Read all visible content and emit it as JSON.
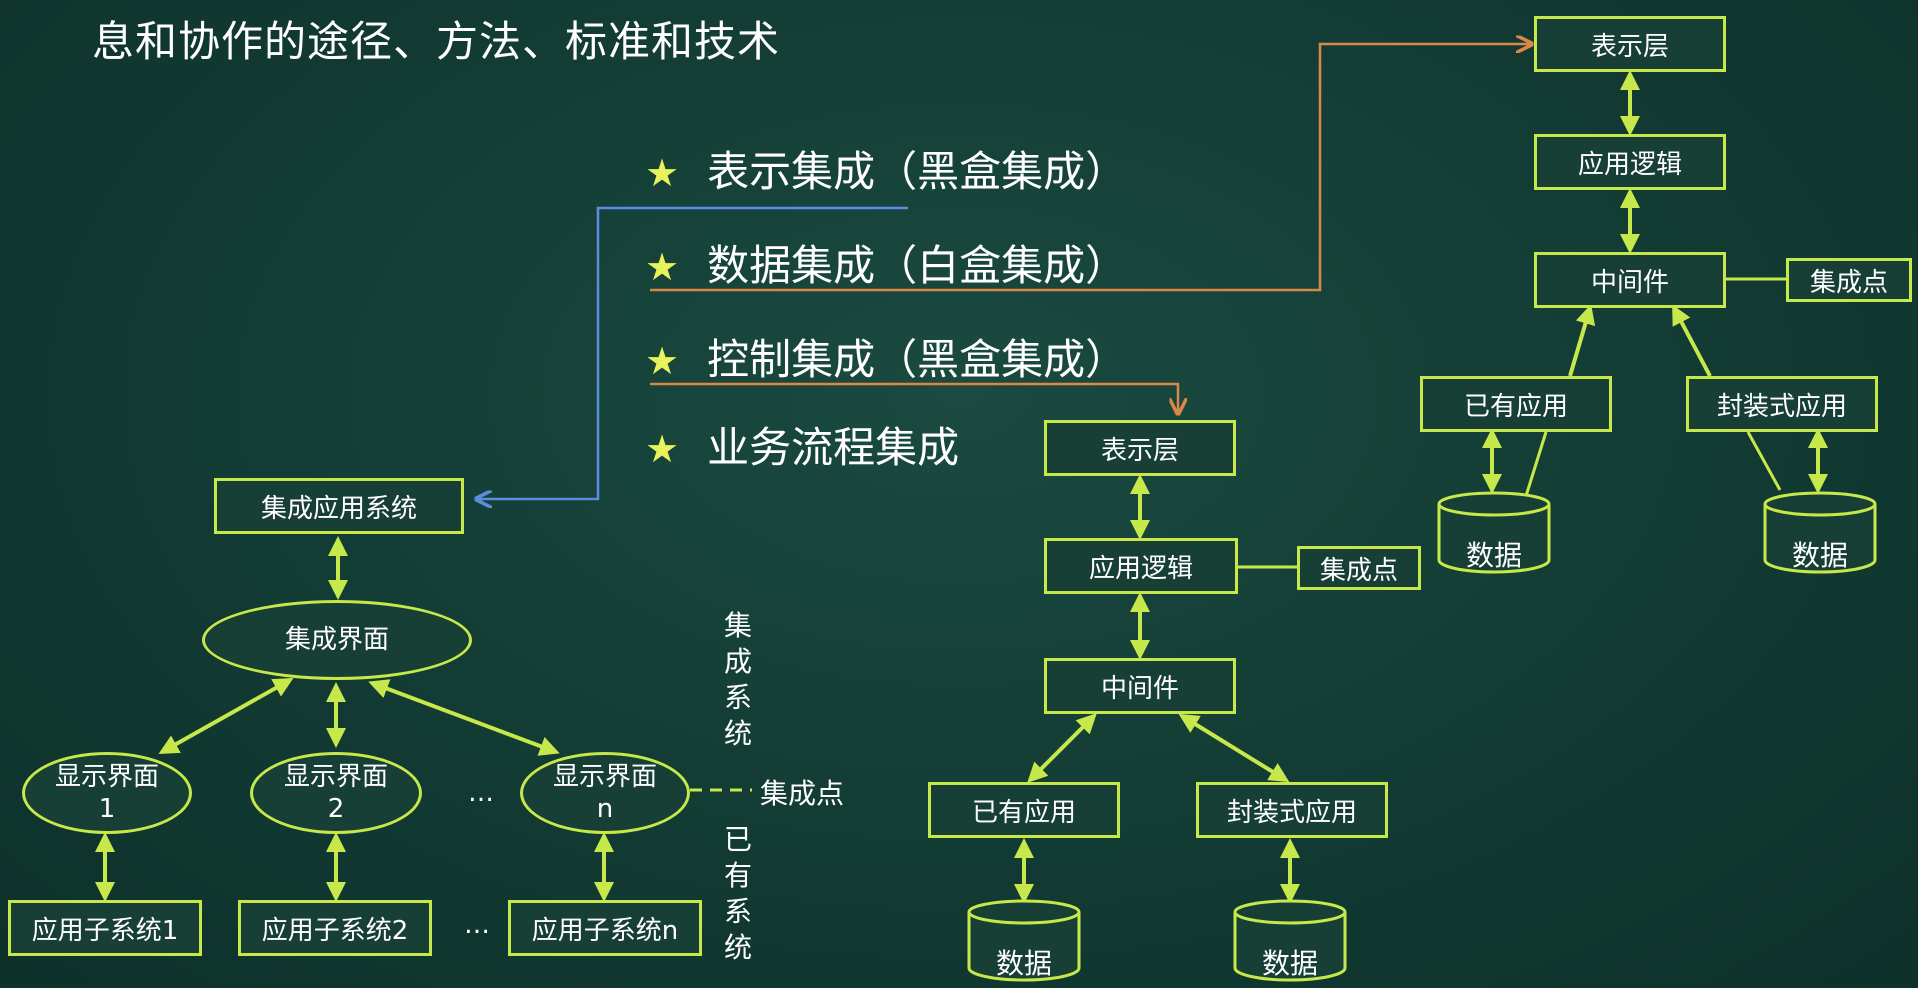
{
  "title": "息和协作的途径、方法、标准和技术",
  "bullets": [
    {
      "label": "表示集成（黑盒集成）",
      "icon": "star-icon"
    },
    {
      "label": "数据集成（白盒集成）",
      "icon": "star-icon"
    },
    {
      "label": "控制集成（黑盒集成）",
      "icon": "star-icon"
    },
    {
      "label": "业务流程集成",
      "icon": "star-icon"
    }
  ],
  "left_diagram": {
    "top_box": "集成应用系统",
    "center_ellipse": "集成界面",
    "display_ellipses": [
      "显示界面1",
      "显示界面2",
      "显示界面n"
    ],
    "subsystems": [
      "应用子系统1",
      "应用子系统2",
      "应用子系统n"
    ],
    "ellipsis": "…",
    "integration_point": "集成点",
    "vertical_top": "集成系统",
    "vertical_bottom": "已有系统"
  },
  "middle_diagram": {
    "layers": [
      "表示层",
      "应用逻辑",
      "中间件"
    ],
    "integration_point": "集成点",
    "apps": [
      "已有应用",
      "封装式应用"
    ],
    "data": [
      "数据",
      "数据"
    ]
  },
  "right_diagram": {
    "layers": [
      "表示层",
      "应用逻辑",
      "中间件"
    ],
    "integration_point": "集成点",
    "apps": [
      "已有应用",
      "封装式应用"
    ],
    "data": [
      "数据",
      "数据"
    ]
  },
  "colors": {
    "background": "#123b33",
    "box_border": "#c6e84a",
    "star": "#e8f25a",
    "blue_arrow": "#5b8de0",
    "orange_arrow": "#d9884a"
  }
}
